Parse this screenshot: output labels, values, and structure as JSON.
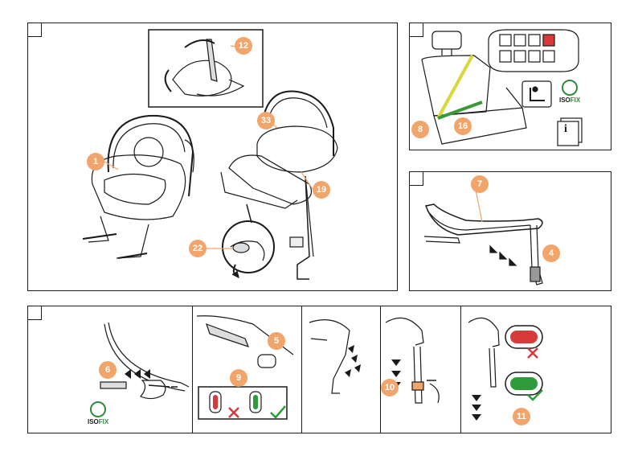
{
  "labels": {
    "b1": "1",
    "b12": "12",
    "b33": "33",
    "b19": "19",
    "b22": "22",
    "b8": "8",
    "b16": "16",
    "b7": "7",
    "b4": "4",
    "b6": "6",
    "b5": "5",
    "b9": "9",
    "b10": "10",
    "b11": "11"
  },
  "isofix": {
    "prefix": "ISO",
    "suffix": "FIX"
  },
  "manual_icon": "i",
  "colors": {
    "badge": "#f2a56b",
    "belt_yellow": "#d8d83a",
    "belt_green": "#3a9a3a",
    "indicator_red": "#d83a3a",
    "indicator_green": "#2e9a3a"
  },
  "icons": [
    "isofix-icon",
    "seat-belt-icon",
    "manual-icon",
    "check-icon",
    "cross-icon",
    "arrow-icon"
  ]
}
